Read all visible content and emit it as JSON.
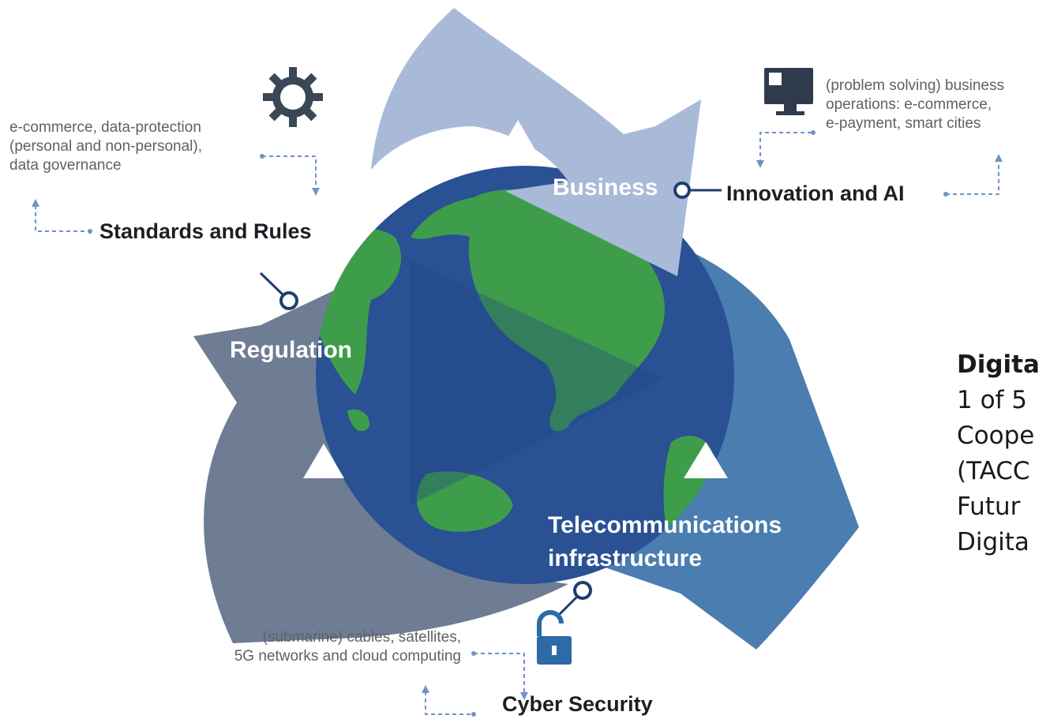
{
  "pillars": {
    "standards": "Standards and Rules",
    "innovation": "Innovation and AI",
    "cyber": "Cyber Security"
  },
  "arrows": {
    "business": "Business",
    "regulation": "Regulation",
    "telecom_line1": "Telecommunications",
    "telecom_line2": "infrastructure"
  },
  "notes": {
    "standards": [
      "e-commerce, data-protection",
      "(personal and non-personal),",
      "data governance"
    ],
    "innovation": [
      "(problem solving) business",
      "operations: e-commerce,",
      "e-payment, smart cities"
    ],
    "cyber": [
      "(submarine) cables, satellites,",
      "5G networks and cloud computing"
    ]
  },
  "side_text": {
    "heading": "Digita",
    "lines": [
      "1 of 5",
      "Coope",
      "(TACC",
      "Futur",
      "Digita"
    ]
  },
  "colors": {
    "business_arrow": "#a9b9d8",
    "regulation_arrow": "#6e7d94",
    "telecom_arrow": "#4a7db0",
    "ocean": "#2c579a",
    "land": "#3e9d4a",
    "leader": "#6f93c4"
  },
  "icons": [
    "gear-icon",
    "monitor-icon",
    "padlock-icon"
  ]
}
